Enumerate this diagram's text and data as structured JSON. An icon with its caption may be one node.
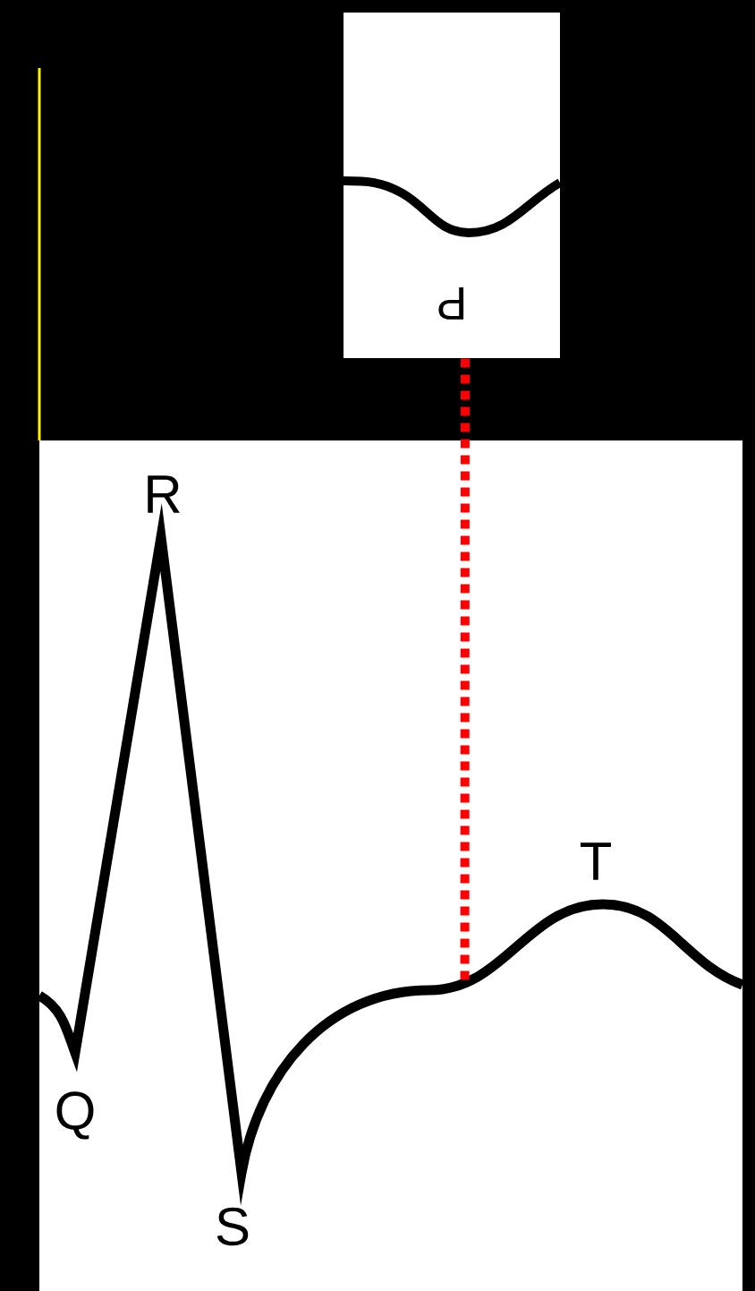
{
  "diagram": {
    "nodes": [
      {
        "text": [
          "P"
        ]
      },
      {
        "text": [],
        "shape": "picture"
      }
    ],
    "edges": [
      {
        "from": 0,
        "to": 1,
        "arrow": "none",
        "style": "dashed",
        "color": "#ff0000"
      }
    ],
    "labels": [
      "R",
      "Q",
      "S",
      "T"
    ]
  }
}
